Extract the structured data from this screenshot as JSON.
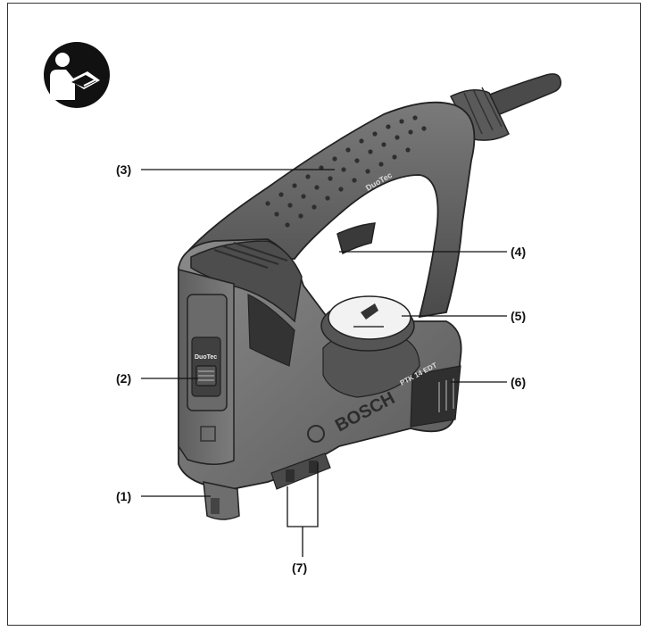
{
  "callouts": {
    "c1": "(1)",
    "c2": "(2)",
    "c3": "(3)",
    "c4": "(4)",
    "c5": "(5)",
    "c6": "(6)",
    "c7": "(7)"
  },
  "tool_markings": {
    "brand": "BOSCH",
    "handle_label": "DuoTec",
    "switch_label": "DuoTec",
    "model": "PTK 14 EDT"
  },
  "colors": {
    "body_dark": "#3a3a3a",
    "body_mid": "#6d6d6d",
    "body_light": "#9a9a9a",
    "outline": "#222222",
    "icon_fill": "#111111"
  },
  "icons": {
    "manual": "read-manual-icon"
  }
}
